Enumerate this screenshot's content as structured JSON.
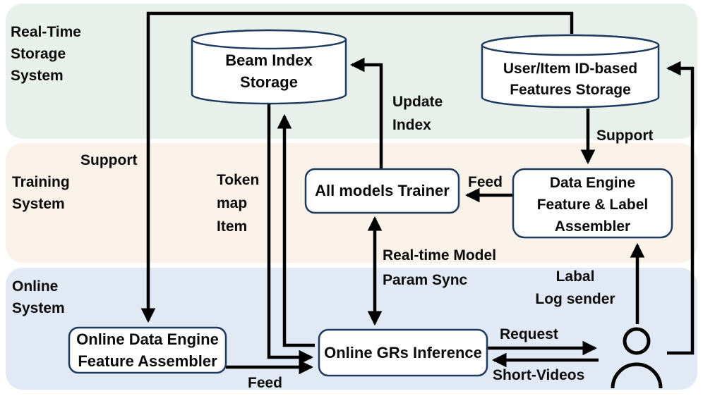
{
  "bands": {
    "realtime_storage": {
      "label": "Real-Time\nStorage\nSystem",
      "color": "#e8f0eb"
    },
    "training": {
      "label": "Training\nSystem",
      "color": "#faf1e8"
    },
    "online": {
      "label": "Online\nSystem",
      "color": "#e1e9f4"
    }
  },
  "nodes": {
    "beam_index_storage": {
      "shape": "cylinder",
      "label": "Beam Index\nStorage"
    },
    "user_item_features_storage": {
      "shape": "cylinder",
      "label": "User/Item ID-based\nFeatures Storage"
    },
    "all_models_trainer": {
      "shape": "rounded-box",
      "label": "All models Trainer"
    },
    "data_engine_assembler": {
      "shape": "rounded-box",
      "label": "Data Engine\nFeature & Label\nAssembler"
    },
    "online_data_engine": {
      "shape": "rounded-box",
      "label": "Online Data Engine\nFeature Assembler"
    },
    "online_grs_inference": {
      "shape": "rounded-box",
      "label": "Online GRs Inference"
    },
    "user": {
      "shape": "person-icon",
      "label": ""
    }
  },
  "edge_labels": {
    "support_left": "Support",
    "token_map_item": "Token\nmap\nItem",
    "update_index": "Update\nIndex",
    "support_right": "Support",
    "feed_trainer": "Feed",
    "realtime_param_sync": "Real-time Model\nParam Sync",
    "labal_log_sender": "Labal\nLog sender",
    "request": "Request",
    "short_videos": "Short-Videos",
    "feed_inference": "Feed"
  },
  "colors": {
    "node_border": "#1f3a5f",
    "node_fill": "#ffffff",
    "arrow": "#000000",
    "text": "#0b0b0b"
  }
}
